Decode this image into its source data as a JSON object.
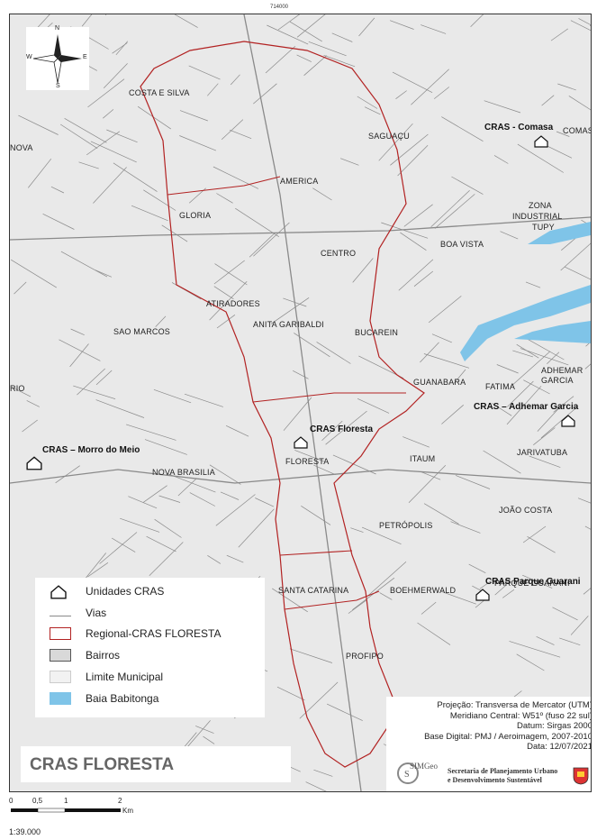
{
  "coordinate_label": "714000",
  "neighborhoods": [
    "COSTA E SILVA",
    "NOVA",
    "AMERICA",
    "SAGUAÇU",
    "GLORIA",
    "CENTRO",
    "BOA VISTA",
    "ZONA",
    "INDUSTRIAL",
    "TUPY",
    "ATIRADORES",
    "SAO MARCOS",
    "ANITA GARIBALDI",
    "BUCAREIN",
    "ADHEMAR",
    "GARCIA",
    "FATIMA",
    "GUANABARA",
    "FLORESTA",
    "ITAUM",
    "JARIVATUBA",
    "NOVA BRASILIA",
    "JOÃO COSTA",
    "PETRÓPOLIS",
    "SANTA CATARINA",
    "BOEHMERWALD",
    "PARQUE GUARANI",
    "PROFIPO",
    "COMASA",
    "RIO"
  ],
  "cras_units": [
    "CRAS - Comasa",
    "CRAS Floresta",
    "CRAS – Adhemar Garcia",
    "CRAS – Morro do Meio",
    "CRAS Parque Guarani"
  ],
  "legend": {
    "items": [
      {
        "label": "Unidades CRAS",
        "icon": "house-icon"
      },
      {
        "label": "Vias",
        "color": "#8a8a8a"
      },
      {
        "label": "Regional-CRAS FLORESTA",
        "color": "#b22222"
      },
      {
        "label": "Bairros",
        "color": "#d9d9d9"
      },
      {
        "label": "Limite Municipal",
        "color": "#f2f2f2"
      },
      {
        "label": "Baia Babitonga",
        "color": "#7fc4e8"
      }
    ]
  },
  "info": {
    "projection": "Projeção: Transversa de Mercator (UTM)",
    "meridian": "Meridiano Central: W51º (fuso 22 sul)",
    "datum": "Datum: Sirgas 2000",
    "base": "Base Digital: PMJ / Aeroimagem, 2007-2010",
    "date": "Data: 12/07/2021"
  },
  "logos": {
    "simgeo": "SIMGeo",
    "secretaria": "Secretaria de Planejamento Urbano e Desenvolvimento Sustentável"
  },
  "title": "CRAS FLORESTA",
  "scale": {
    "ticks": [
      "0",
      "0,5",
      "1",
      "2"
    ],
    "unit": "Km",
    "ratio": "1:39.000"
  },
  "compass": {
    "n": "N",
    "s": "S",
    "e": "E",
    "w": "W"
  },
  "colors": {
    "roads": "#8a8a8a",
    "regional": "#b22222",
    "water": "#7fc4e8",
    "bairros": "#d9d9d9"
  }
}
